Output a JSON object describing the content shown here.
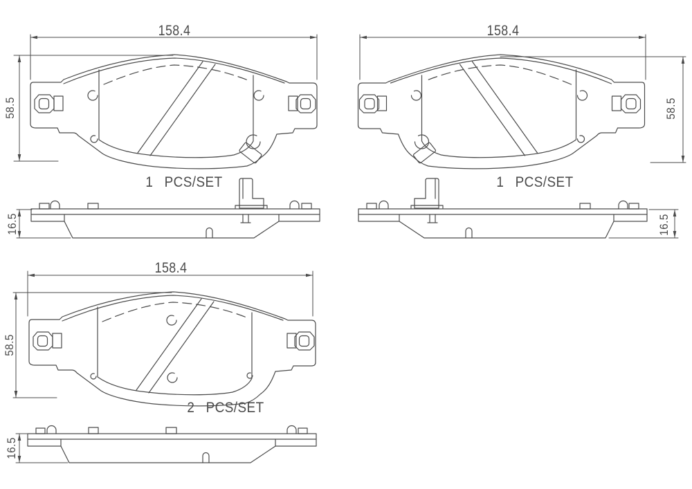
{
  "drawing": {
    "background": "#ffffff",
    "line_color": "#4a4a4a",
    "text_color": "#4b4b4b",
    "description": "Brake pad set technical drawing, three views with side profiles"
  },
  "figures": [
    {
      "id": "top-left",
      "width": "158.4",
      "height": "58.5",
      "thickness": "16.5",
      "qty": "1",
      "unit": "PCS/SET"
    },
    {
      "id": "top-right",
      "width": "158.4",
      "height": "58.5",
      "thickness": "16.5",
      "qty": "1",
      "unit": "PCS/SET"
    },
    {
      "id": "bottom-left",
      "width": "158.4",
      "height": "58.5",
      "thickness": "16.5",
      "qty": "2",
      "unit": "PCS/SET"
    }
  ]
}
